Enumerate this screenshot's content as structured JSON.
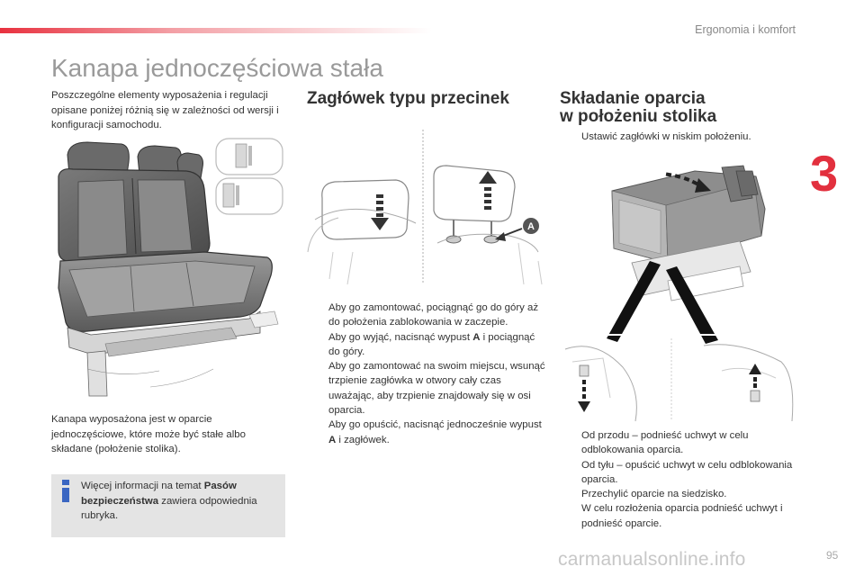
{
  "header": {
    "section": "Ergonomia i komfort",
    "chapter": "3"
  },
  "title": "Kanapa jednoczęściowa stała",
  "intro": "Poszczególne elementy wyposażenia i regulacji opisane poniżej różnią się w zależności od wersji i konfiguracji samochodu.",
  "bench_text": "Kanapa wyposażona jest w oparcie jednoczęściowe, które może być stałe albo składane (położenie stolika).",
  "info": {
    "prefix": "Więcej informacji na temat ",
    "bold": "Pasów bezpieczeństwa",
    "suffix": " zawiera odpowiednia rubryka."
  },
  "headrest": {
    "title": "Zagłówek typu przecinek",
    "marker": "A",
    "bullets": [
      {
        "text": "Aby go zamontować, pociągnąć go do góry aż do położenia zablokowania w zaczepie."
      },
      {
        "pre": "Aby go wyjąć, nacisnąć wypust ",
        "bold": "A",
        "post": " i pociągnąć do góry."
      },
      {
        "text": "Aby go zamontować na swoim miejscu, wsunąć trzpienie zagłówka w otwory cały czas uważając, aby trzpienie znajdowały się w osi oparcia."
      },
      {
        "pre": "Aby go opuścić, nacisnąć jednocześnie wypust ",
        "bold": "A",
        "post": " i zagłówek."
      }
    ]
  },
  "folding": {
    "title_line1": "Składanie oparcia",
    "title_line2": "w położeniu stolika",
    "bullet_top": "Ustawić zagłówki w niskim położeniu.",
    "bullets": [
      "Od przodu – podnieść uchwyt w celu odblokowania oparcia.",
      "Od tyłu – opuścić uchwyt w celu odblokowania oparcia.",
      "Przechylić oparcie na siedzisko.",
      "W celu rozłożenia oparcia podnieść uchwyt i podnieść oparcie."
    ]
  },
  "bullet_symbol": "",
  "page_number": "95",
  "watermark": "carmanualsonline.info"
}
